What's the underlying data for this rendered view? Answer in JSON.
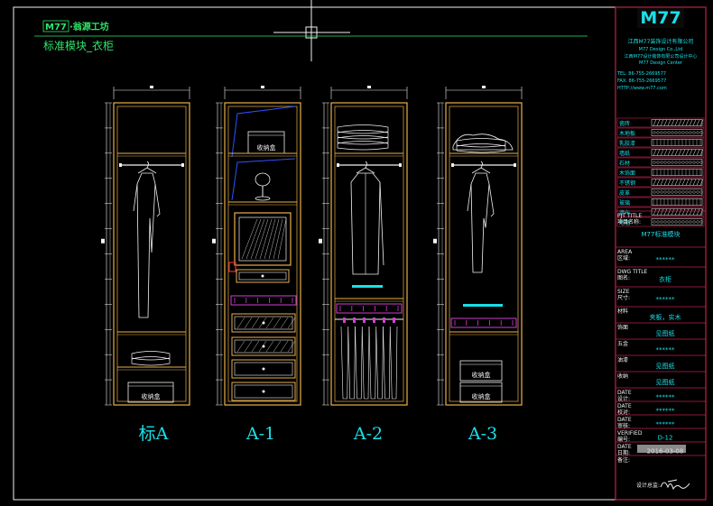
{
  "header": {
    "brand": "M77",
    "studio": "·翁源工坊",
    "subtitle": "标准模块_衣柜"
  },
  "cabinets": [
    {
      "id": "A",
      "label": "标A"
    },
    {
      "id": "A1",
      "label": "A-1"
    },
    {
      "id": "A2",
      "label": "A-2"
    },
    {
      "id": "A3",
      "label": "A-3"
    }
  ],
  "box_label": "收纳盒",
  "title_block": {
    "logo": "M77",
    "company_lines": [
      "江西M77装饰设计有限公司",
      "M77 Design Co.,Ltd",
      "江西M77设计装饰有限公司设计中心",
      "M77 Design Center"
    ],
    "tel": "TEL: 86-755-2669577",
    "fax": "FAX: 86-755-2669577",
    "web": "HTTP://www.m77.com",
    "legend": [
      "瓷砖",
      "木地板",
      "乳胶漆",
      "墙纸",
      "石材",
      "木饰面",
      "不锈钢",
      "皮革",
      "玻璃",
      "墙布",
      "地毯"
    ],
    "fields": [
      {
        "label": "PJT TITLE\n项目名称:",
        "value": "M77标准模块"
      },
      {
        "label": "AREA\n区域:",
        "value": "******"
      },
      {
        "label": "DWG TITLE\n图名:",
        "value": "衣柜"
      },
      {
        "label": "SIZE\n尺寸:",
        "value": "******"
      },
      {
        "label": "材料",
        "value": "夹板，实木"
      },
      {
        "label": "饰面",
        "value": "见图纸"
      },
      {
        "label": "五金",
        "value": "******"
      },
      {
        "label": "油漆",
        "value": "见图纸"
      },
      {
        "label": "收纳",
        "value": "见图纸"
      },
      {
        "label": "DATE\n设计:",
        "value": "******"
      },
      {
        "label": "DATE\n校对:",
        "value": "******"
      },
      {
        "label": "DATE\n审核:",
        "value": "******"
      },
      {
        "label": "VERIFIED\n编号:",
        "value": "D-12"
      },
      {
        "label": "DATE\n日期:",
        "value": "2016-03-08"
      },
      {
        "label": "备注:",
        "value": ""
      }
    ],
    "signature_label": "设计总监:"
  },
  "colors": {
    "frame": "#e8b04a",
    "green": "#2ee66a",
    "cyan": "#19e0e8",
    "magenta": "#d040d0",
    "white": "#f2f2f2",
    "red": "#e03030",
    "title_border": "#c0204a",
    "blue": "#3050ff"
  }
}
